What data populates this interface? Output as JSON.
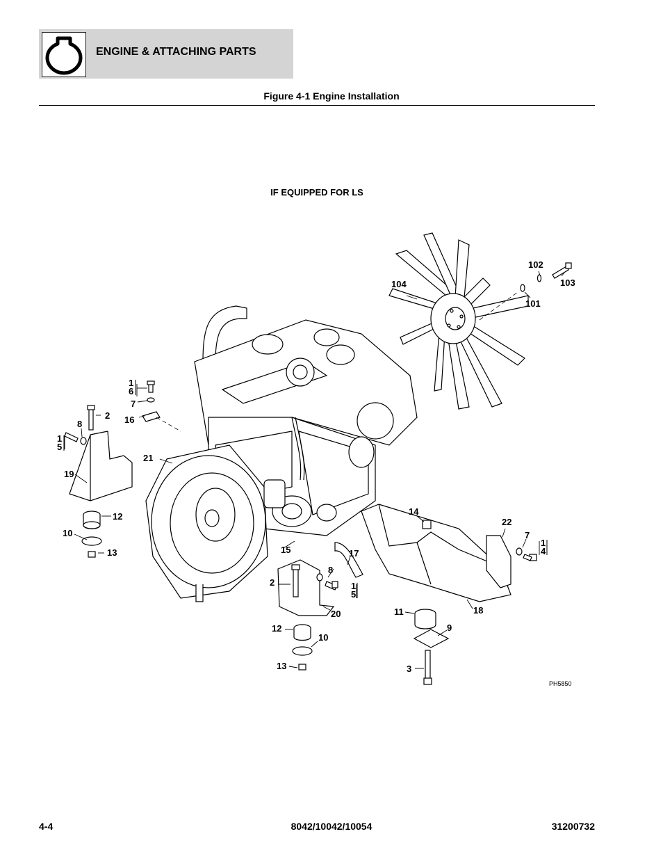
{
  "header": {
    "section_title": "ENGINE & ATTACHING PARTS",
    "icon": "engine-icon"
  },
  "figure_title": "Figure 4-1 Engine Installation",
  "note": "IF EQUIPPED FOR LS",
  "callouts": {
    "c1_6a": "1",
    "c1_6b": "6",
    "c7a": "7",
    "c16": "16",
    "c2a": "2",
    "c8a": "8",
    "c1_5a_a": "1",
    "c1_5a_b": "5",
    "c21": "21",
    "c19": "19",
    "c12a": "12",
    "c10a": "10",
    "c13a": "13",
    "c104": "104",
    "c102": "102",
    "c103": "103",
    "c101": "101",
    "c14": "14",
    "c22": "22",
    "c7b": "7",
    "c1_4a": "1",
    "c1_4b": "4",
    "c15": "15",
    "c17": "17",
    "c8b": "8",
    "c1_5b_a": "1",
    "c1_5b_b": "5",
    "c2b": "2",
    "c20": "20",
    "c12b": "12",
    "c10b": "10",
    "c13b": "13",
    "c11": "11",
    "c18": "18",
    "c9": "9",
    "c3": "3"
  },
  "drawing_id": "PH5850",
  "footer": {
    "page_number": "4-4",
    "models": "8042/10042/10054",
    "doc_number": "31200732"
  }
}
